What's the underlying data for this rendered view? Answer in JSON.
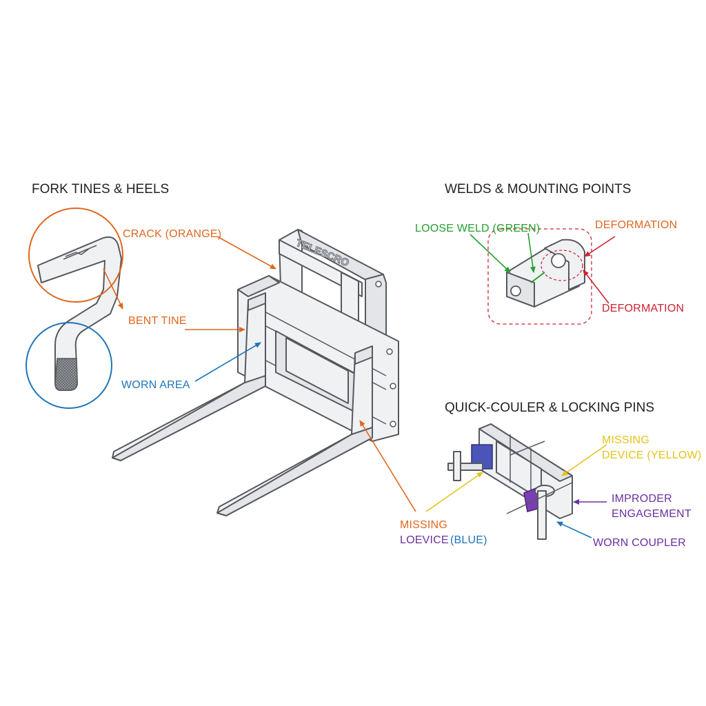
{
  "sections": {
    "fork": "FORK TINES & HEELS",
    "welds": "WELDS & MOUNTING POINTS",
    "coupler": "QUICK-COULER & LOCKING PINS"
  },
  "brand": "TELESCRO",
  "callouts": {
    "crack": "CRACK (ORANGE)",
    "bent_tine": "BENT TINE",
    "worn_area": "WORN AREA",
    "missing_line1": "MISSING",
    "missing_line2a": "LOEVICE",
    "missing_line2b": "(BLUE)",
    "loose_weld": "LOOSE WELD (GREEN)",
    "deformation_top": "DEFORMATION",
    "deformation_bottom": "DEFORMATION",
    "missing_device_line1": "MISSING",
    "missing_device_line2": "DEVICE (YELLOW)",
    "improper_line1": "IMPRODER",
    "improper_line2": "ENGAGEMENT",
    "worn_coupler": "WORN COUPLER"
  },
  "colors": {
    "orange": "#e0661f",
    "blue": "#1f74b8",
    "green": "#24a02e",
    "red": "#cc2233",
    "yellow": "#e6c21a",
    "purple": "#6a2fa0",
    "line": "#55585d"
  }
}
